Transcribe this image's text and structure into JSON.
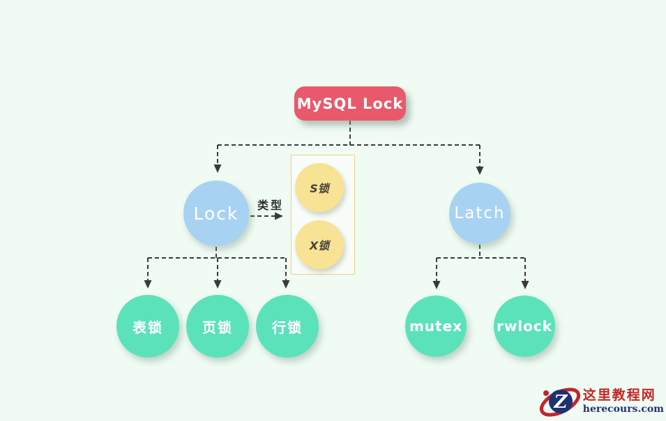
{
  "diagram": {
    "root": {
      "label": "MySQL Lock"
    },
    "branches": {
      "lock": {
        "label": "Lock"
      },
      "latch": {
        "label": "Latch"
      }
    },
    "type_edge": {
      "label": "类型"
    },
    "type_group": {
      "s_lock": {
        "label": "S锁"
      },
      "x_lock": {
        "label": "X锁"
      }
    },
    "leaves": {
      "table_lock": {
        "label": "表锁"
      },
      "page_lock": {
        "label": "页锁"
      },
      "row_lock": {
        "label": "行锁"
      },
      "mutex": {
        "label": "mutex"
      },
      "rwlock": {
        "label": "rwlock"
      }
    }
  },
  "colors": {
    "background": "#effbf3",
    "root_fill": "#e8596b",
    "branch_fill": "#a8d2f2",
    "leaf_fill": "#5ce2ba",
    "type_fill": "#f8e294",
    "group_border": "#eed082",
    "connector": "#3a3a3a",
    "watermark_red": "#c42727",
    "watermark_blue": "#25336e"
  },
  "watermark": {
    "site_name": "这里教程网",
    "site_url": "herecours.com",
    "logo_letter": "Z"
  }
}
